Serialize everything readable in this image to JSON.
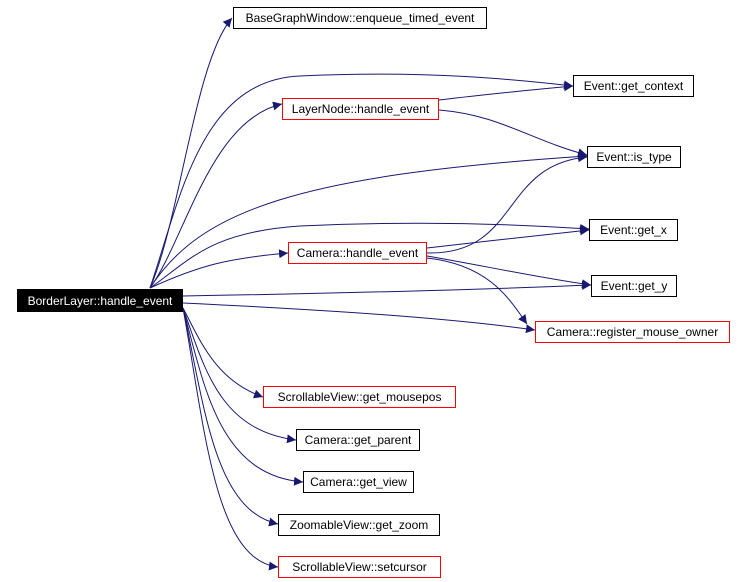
{
  "diagram": {
    "edge_color": "#191970",
    "root_fill": "#000000",
    "root_text_color": "#ffffff",
    "red_border_color": "#ff0000",
    "nodes": {
      "root": {
        "label": "BorderLayer::handle_event"
      },
      "enqueue": {
        "label": "BaseGraphWindow::enqueue_timed_event"
      },
      "get_context": {
        "label": "Event::get_context"
      },
      "layernode": {
        "label": "LayerNode::handle_event"
      },
      "is_type": {
        "label": "Event::is_type"
      },
      "get_x": {
        "label": "Event::get_x"
      },
      "camera_handle": {
        "label": "Camera::handle_event"
      },
      "get_y": {
        "label": "Event::get_y"
      },
      "register": {
        "label": "Camera::register_mouse_owner"
      },
      "mousepos": {
        "label": "ScrollableView::get_mousepos"
      },
      "get_parent": {
        "label": "Camera::get_parent"
      },
      "get_view": {
        "label": "Camera::get_view"
      },
      "get_zoom": {
        "label": "ZoomableView::get_zoom"
      },
      "setcursor": {
        "label": "ScrollableView::setcursor"
      }
    }
  }
}
